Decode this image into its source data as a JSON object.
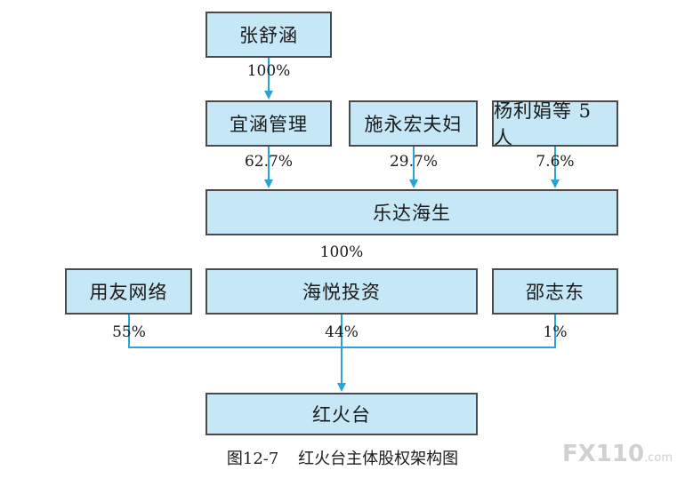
{
  "nodes": {
    "zhang": "张舒涵",
    "yihan": "宜涵管理",
    "shi": "施永宏夫妇",
    "yang": "杨利娟等 5 人",
    "leda": "乐达海生",
    "youyou": "用友网络",
    "haiyue": "海悦投资",
    "shao": "邵志东",
    "honghuotai": "红火台"
  },
  "percentages": {
    "zhang_to_yihan": "100%",
    "yihan_to_leda": "62.7%",
    "shi_to_leda": "29.7%",
    "yang_to_leda": "7.6%",
    "leda_to_haiyue": "100%",
    "youyou_to_hht": "55%",
    "haiyue_to_hht": "44%",
    "shao_to_hht": "1%"
  },
  "caption": {
    "figure_no": "图12-7",
    "title": "红火台主体股权架构图"
  },
  "watermark": {
    "brand": "FX110",
    "suffix": ".com"
  }
}
